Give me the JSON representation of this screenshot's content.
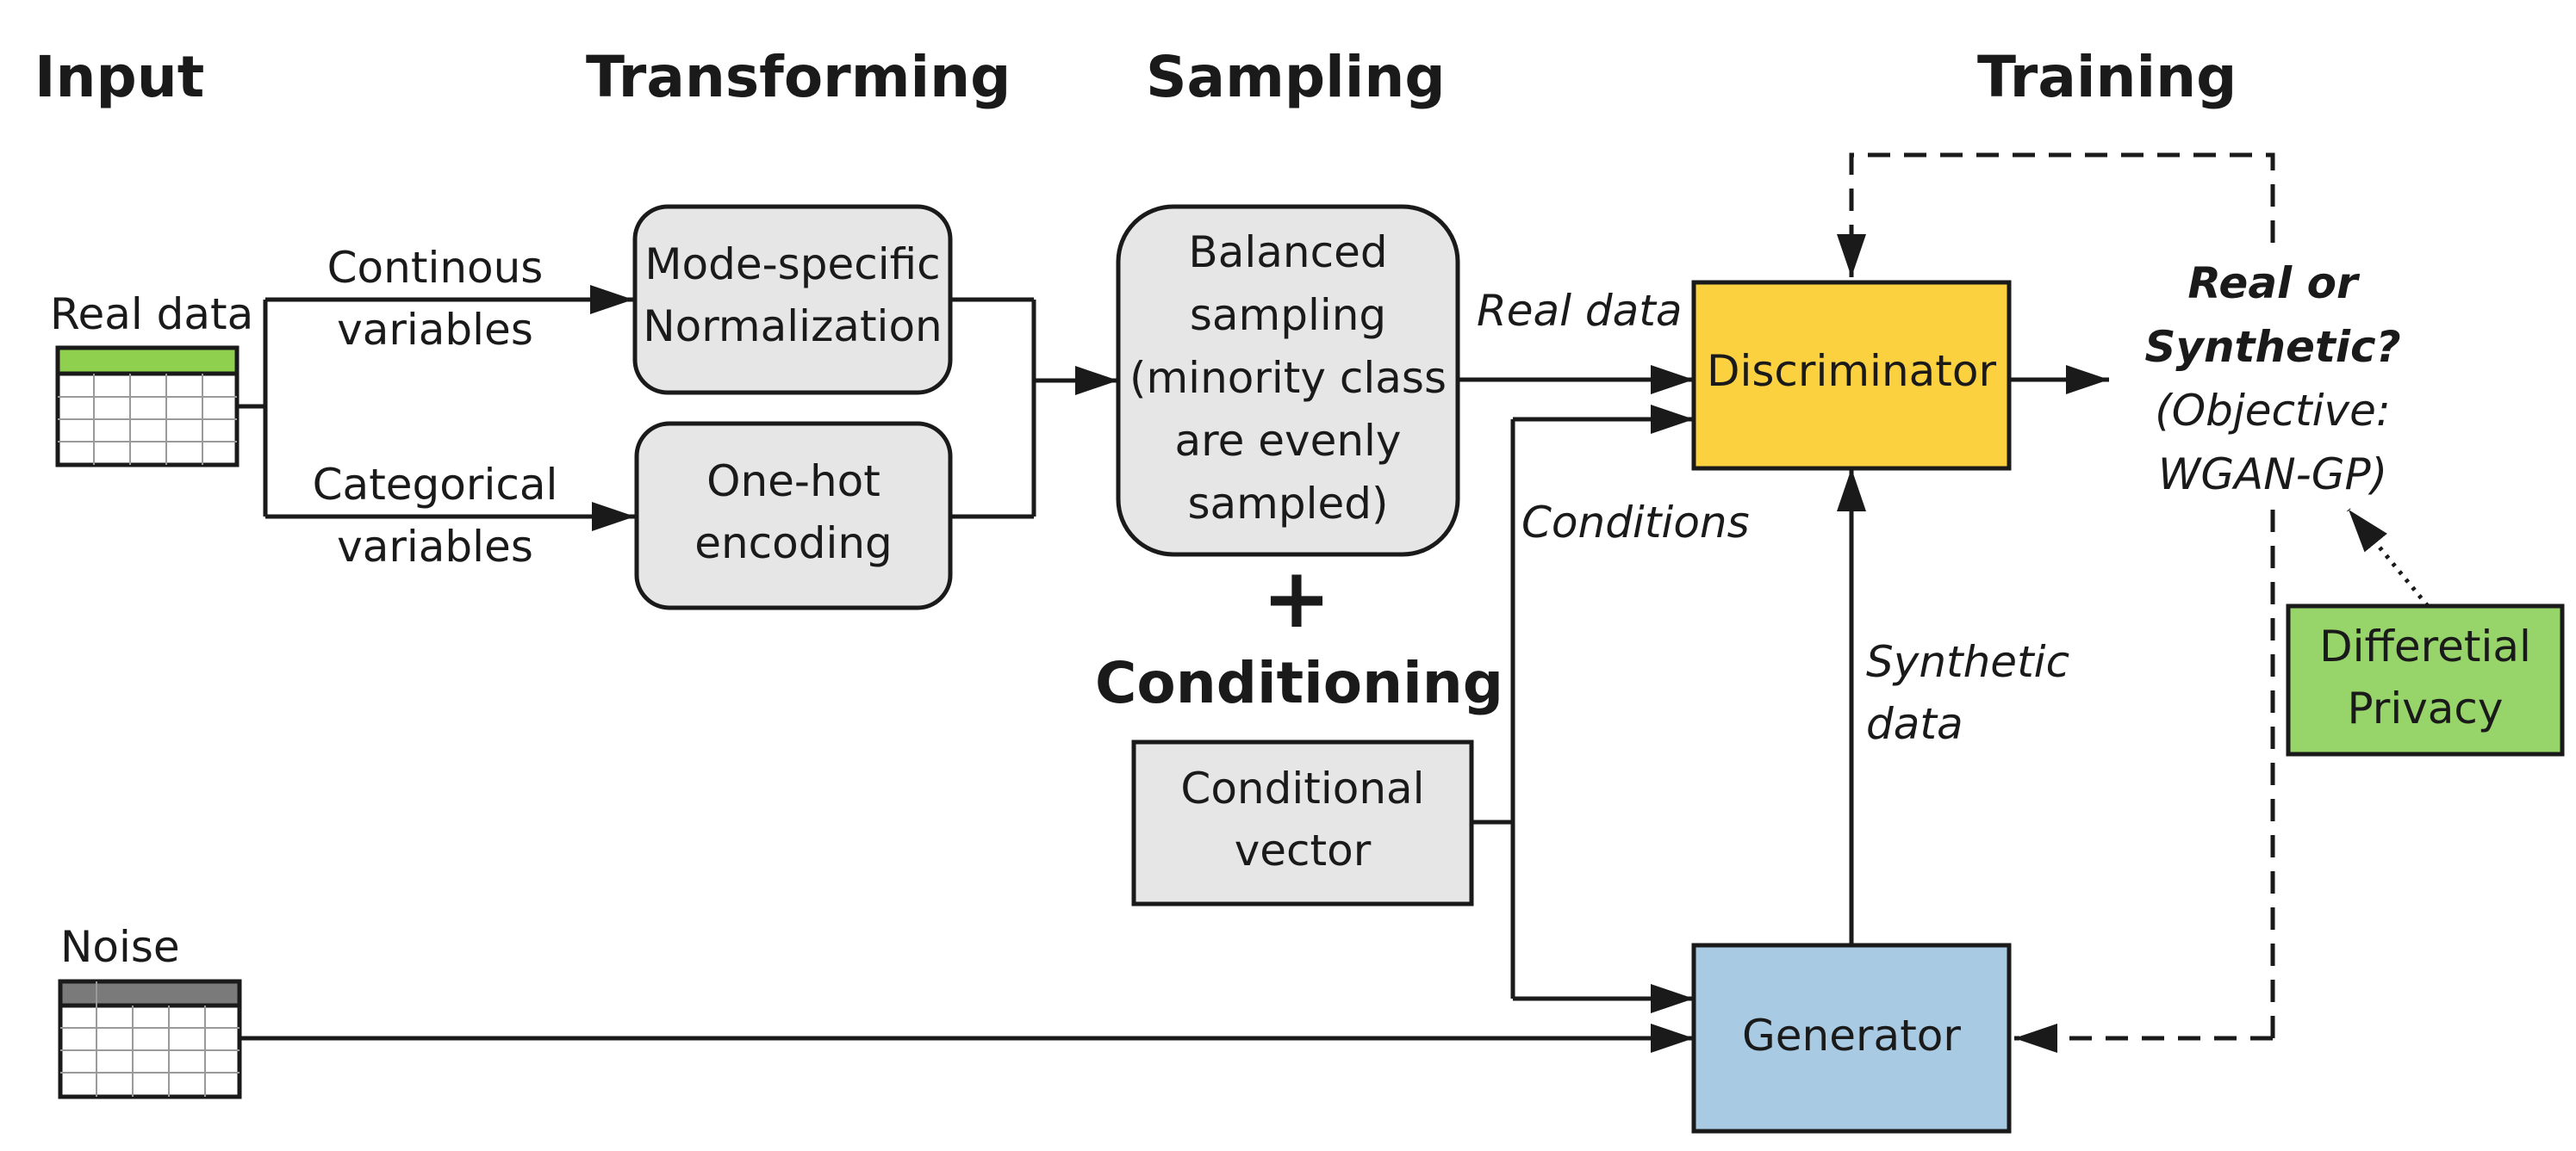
{
  "headings": {
    "input": "Input",
    "transforming": "Transforming",
    "sampling": "Sampling",
    "training": "Training",
    "conditioning": "Conditioning",
    "plus": "+"
  },
  "inputs": {
    "real_data": "Real data",
    "noise": "Noise"
  },
  "branches": {
    "continuous_line1": "Continous",
    "continuous_line2": "variables",
    "categorical_line1": "Categorical",
    "categorical_line2": "variables"
  },
  "boxes": {
    "mode_norm_line1": "Mode-specific",
    "mode_norm_line2": "Normalization",
    "onehot_line1": "One-hot",
    "onehot_line2": "encoding",
    "balanced_line1": "Balanced",
    "balanced_line2": "sampling",
    "balanced_line3": "(minority class",
    "balanced_line4": "are evenly",
    "balanced_line5": "sampled)",
    "cond_vec_line1": "Conditional",
    "cond_vec_line2": "vector",
    "discriminator": "Discriminator",
    "generator": "Generator",
    "dp_line1": "Differetial",
    "dp_line2": "Privacy"
  },
  "edge_labels": {
    "real_data": "Real data",
    "conditions": "Conditions",
    "synthetic_line1": "Synthetic",
    "synthetic_line2": "data"
  },
  "output": {
    "line1": "Real or",
    "line2": "Synthetic?",
    "line3": "(Objective:",
    "line4": "WGAN-GP)"
  },
  "colors": {
    "box_gray": "#e6e6e6",
    "discriminator": "#fbd13f",
    "generator": "#a8cae3",
    "privacy": "#97d46a",
    "table_header_real": "#8fd14f",
    "table_header_noise": "#7a7a7a"
  }
}
